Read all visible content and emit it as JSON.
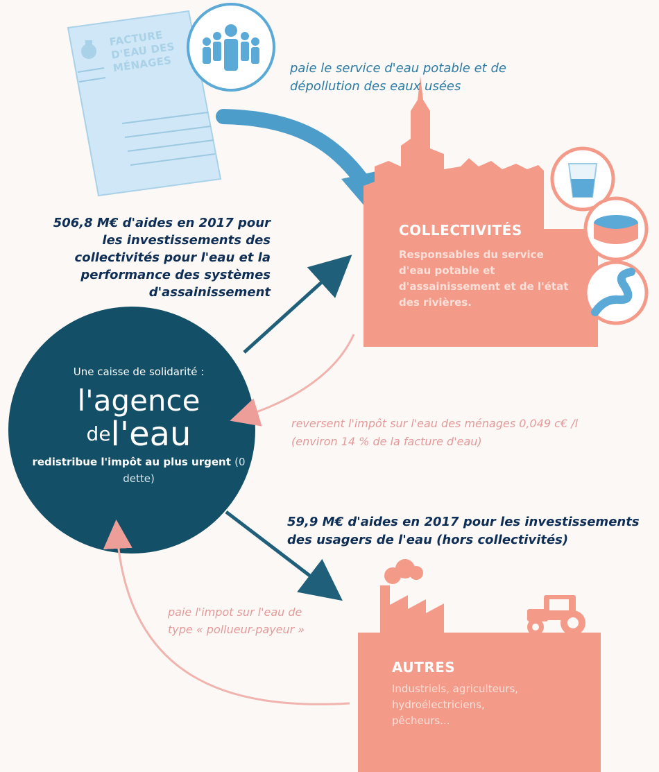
{
  "document": {
    "title": "FACTURE D'EAU DES MÉNAGES"
  },
  "household_flow": {
    "text": "paie le service d'eau potable et de dépollution des eaux usées"
  },
  "aid_collectivites": {
    "text": "506,8 M€ d'aides en 2017 pour les investissements des collectivités pour l'eau et la performance des systèmes d'assainissement"
  },
  "collectivites": {
    "title": "COLLECTIVITÉS",
    "description": "Responsables du service d'eau potable et d'assainissement et de l'état des rivières."
  },
  "agency": {
    "intro": "Une caisse de solidarité :",
    "name_line1": "l'agence",
    "name_de": "de",
    "name_line2": "l'eau",
    "subtitle": "redistribue l'impôt au plus urgent",
    "subtitle_extra": "(0 dette)"
  },
  "reverse_tax": {
    "text": "reversent l'impôt sur l'eau des ménages 0,049 c€ /l (environ 14 % de la facture d'eau)"
  },
  "aid_others": {
    "text": "59,9 M€ d'aides en 2017 pour les investissements des usagers de l'eau (hors collectivités)"
  },
  "polluter_tax": {
    "text": "paie l'impot sur l'eau de type « pollueur-payeur »"
  },
  "autres": {
    "title": "AUTRES",
    "description": "Industriels, agriculteurs, hydroélectriciens, pêcheurs..."
  },
  "colors": {
    "blue_light": "#a9d1e8",
    "blue_accent": "#55a6d1",
    "agency_dark": "#134f67",
    "salmon": "#f19a8a",
    "pink_arrow": "#f0b3ae",
    "dark_text": "#0e2e55"
  },
  "icons": [
    "document-icon",
    "money-bag-icon",
    "people-icon",
    "water-glass-icon",
    "treatment-basin-icon",
    "river-icon",
    "factory-icon",
    "smoke-icon",
    "tractor-icon"
  ]
}
